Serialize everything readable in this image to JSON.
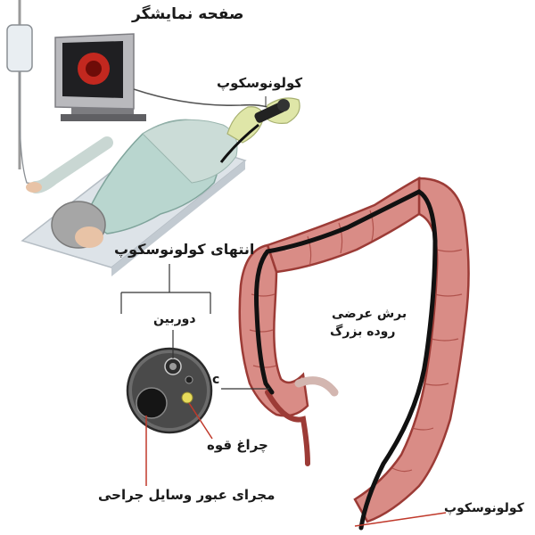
{
  "labels": {
    "monitor": "صفحه نمایشگر",
    "colonoscope_top": "کولونوسکوپ",
    "scope_tip": "انتهای کولونوسکوپ",
    "camera": "دوربین",
    "c_marker": "c",
    "light": "چراغ قوه",
    "channel": "مجرای عبور وسایل جراحی",
    "transverse_colon_line1": "برش عرضی",
    "transverse_colon_line2": "روده بزرگ",
    "colonoscope_bottom": "کولونوسکوپ"
  },
  "colors": {
    "colon_fill": "#d98c86",
    "colon_stroke": "#9c3b36",
    "scope": "#111111",
    "monitor_body": "#b9b9bd",
    "gown": "#b9d6cf",
    "leader_dark": "#333333",
    "leader_red": "#c0392b"
  }
}
